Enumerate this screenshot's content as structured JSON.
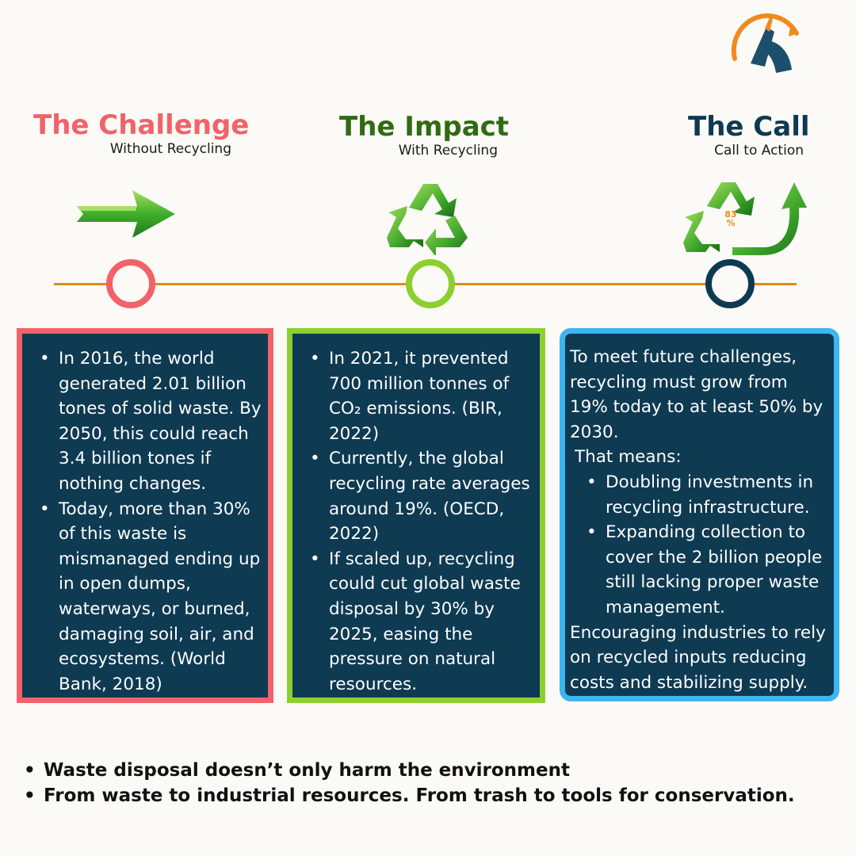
{
  "colors": {
    "challenge": "#f06369",
    "impact": "#2f6b12",
    "call": "#0d3a52",
    "timeline": "#e08b18",
    "card_bg": "#0e3a52",
    "card_border_1": "#f06369",
    "card_border_2": "#8ccf2e",
    "card_border_3": "#3cb5f0"
  },
  "sections": [
    {
      "title": "The Challenge",
      "subtitle": "Without Recycling",
      "icon": "arrow-right-icon",
      "bullets": [
        "In 2016, the world generated 2.01 billion tones of solid waste. By 2050, this could reach 3.4 billion tones if nothing changes.",
        " Today, more than 30% of this waste is mismanaged  ending up in open dumps, waterways, or burned, damaging soil, air, and ecosystems. (World Bank, 2018)"
      ]
    },
    {
      "title": "The Impact",
      "subtitle": "With Recycling",
      "icon": "recycle-icon",
      "bullets": [
        "In 2021, it prevented 700 million tonnes of CO₂ emissions. (BIR, 2022)",
        "Currently, the global recycling rate averages around 19%. (OECD, 2022)",
        "If scaled up, recycling could cut global waste disposal by 30% by 2025, easing the pressure on natural resources."
      ]
    },
    {
      "title": "The Call",
      "subtitle": "Call to Action",
      "icon": "recycle-growth-icon",
      "icon_text": "83\n%",
      "intro": "To meet future challenges, recycling must grow from 19% today to at least 50% by 2030.",
      "sub_intro": "That means:",
      "bullets": [
        " Doubling investments in recycling infrastructure.",
        " Expanding collection to cover the 2 billion people still lacking proper waste management."
      ],
      "outro": "Encouraging industries to rely on recycled inputs reducing costs and stabilizing supply."
    }
  ],
  "footer": {
    "points": [
      "Waste disposal doesn’t only harm the environment",
      "From waste to industrial resources. From trash to tools for conservation."
    ]
  }
}
